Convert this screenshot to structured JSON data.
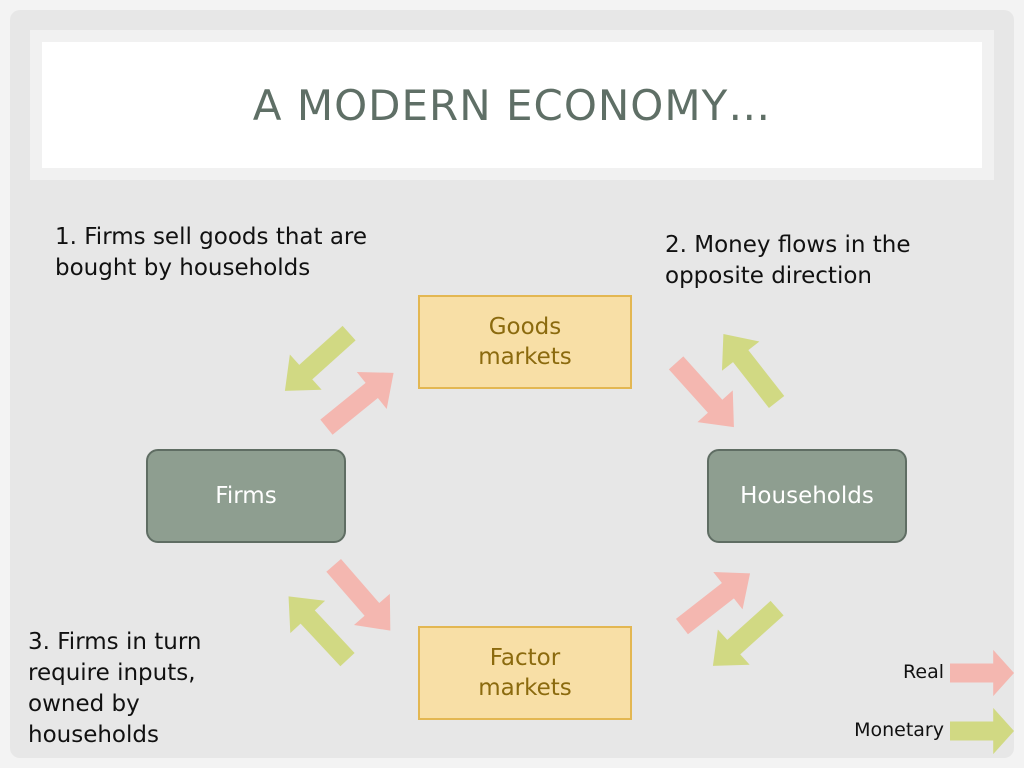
{
  "title": "A MODERN ECONOMY…",
  "notes": {
    "note1": "1. Firms sell goods that are bought by households",
    "note2": "2. Money flows in the opposite direction",
    "note3": "3. Firms in turn require inputs, owned by households"
  },
  "nodes": {
    "goods_markets": "Goods markets",
    "factor_markets": "Factor markets",
    "firms": "Firms",
    "households": "Households"
  },
  "legend": {
    "real": "Real",
    "monetary": "Monetary"
  },
  "colors": {
    "real": "#f4b7b0",
    "monetary": "#d1d983",
    "market_fill": "#f8dfa6",
    "agent_fill": "#8e9e90",
    "title": "#5f6f66"
  }
}
